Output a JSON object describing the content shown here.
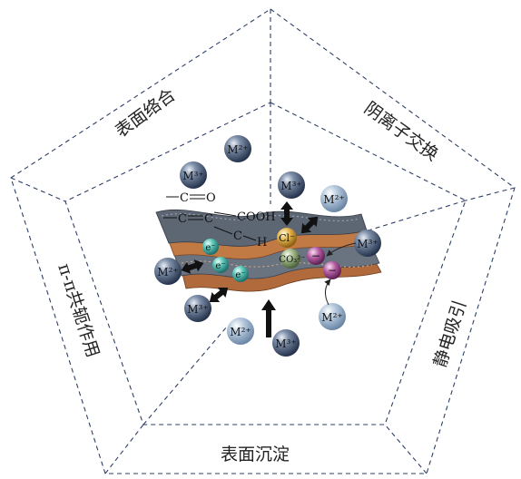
{
  "mechanisms": {
    "top_left": "表面络合",
    "top_right": "阴离子交换",
    "right": "静电吸引",
    "bottom": "表面沉淀",
    "left": "π-π共轭作用"
  },
  "ions": {
    "m2": "M²⁺",
    "m3": "M³⁺",
    "electron": "e⁻",
    "chloride": "Cl⁻",
    "carbonate": "CO₃²⁻",
    "anion_charge": "−"
  },
  "functional_groups": {
    "carbonyl_c": "C",
    "carbonyl_o": "O",
    "alkene_c1": "C",
    "alkene_c2": "C",
    "carboxyl": "COOH",
    "ch_c": "C",
    "ch_h": "H"
  },
  "colors": {
    "outline": "#2e3f66",
    "metal_ion": "#2f3f5c",
    "metal_ion_light": "#a9bfd6",
    "electron": "#3fa8a0",
    "chloride": "#d9a73b",
    "carbonate": "#8fa37a",
    "anion": "#a64b94",
    "sheet_top": "#5d6673",
    "sheet_edge": "#b06a3c"
  }
}
